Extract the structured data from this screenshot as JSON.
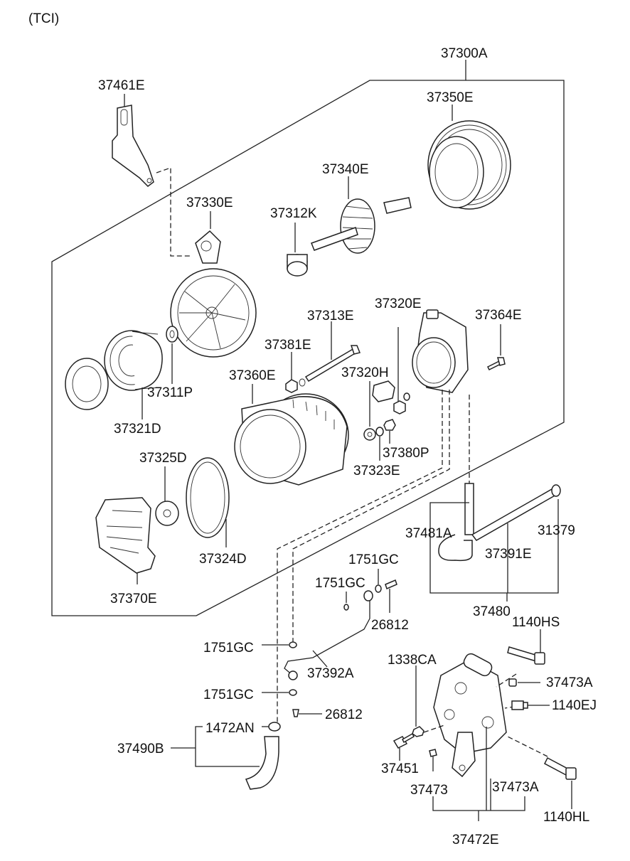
{
  "variant": "(TCI)",
  "labels": {
    "p37300A": "37300A",
    "p37461E": "37461E",
    "p37350E": "37350E",
    "p37340E": "37340E",
    "p37330E": "37330E",
    "p37312K": "37312K",
    "p37320E": "37320E",
    "p37364E": "37364E",
    "p37313E": "37313E",
    "p37381E": "37381E",
    "p37311P": "37311P",
    "p37360E": "37360E",
    "p37320H": "37320H",
    "p37321D": "37321D",
    "p37380P": "37380P",
    "p37323E": "37323E",
    "p37325D": "37325D",
    "p37481A": "37481A",
    "p31379": "31379",
    "p37391E": "37391E",
    "p37324D": "37324D",
    "p1751GC_a": "1751GC",
    "p1751GC_b": "1751GC",
    "p37370E": "37370E",
    "p26812_a": "26812",
    "p37480": "37480",
    "p1140HS": "1140HS",
    "p1751GC_c": "1751GC",
    "p37392A": "37392A",
    "p1338CA": "1338CA",
    "p37473A_a": "37473A",
    "p1751GC_d": "1751GC",
    "p26812_b": "26812",
    "p1140EJ": "1140EJ",
    "p1472AN": "1472AN",
    "p37490B": "37490B",
    "p37451": "37451",
    "p37473": "37473",
    "p37473A_b": "37473A",
    "p1140HL": "1140HL",
    "p37472E": "37472E"
  }
}
